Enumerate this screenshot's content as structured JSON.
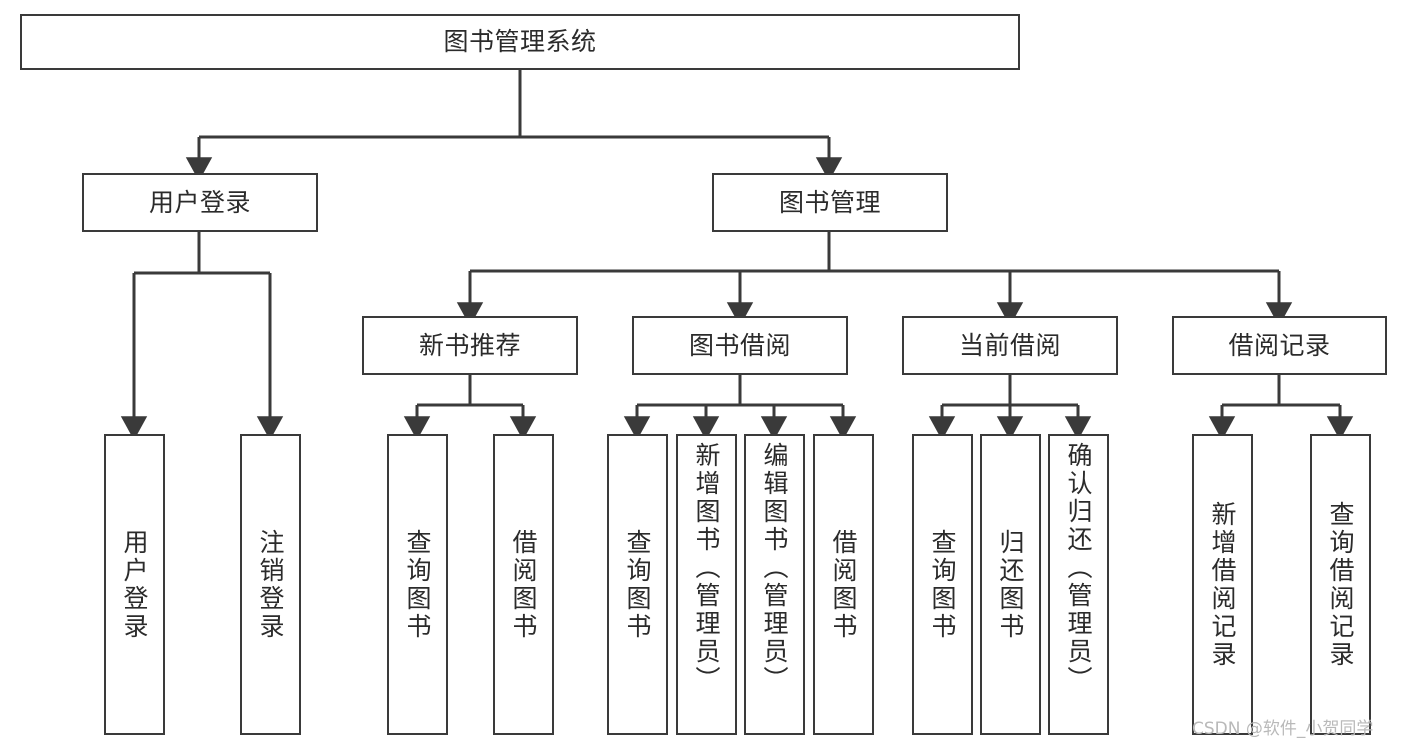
{
  "diagram": {
    "title": "图书管理系统",
    "type": "tree-hierarchy",
    "watermark": "CSDN @软件_小贺同学",
    "colors": {
      "stroke": "#3a3a3a",
      "fill": "#ffffff",
      "text": "#2b2b2b",
      "watermark": "#b9b9b9"
    }
  },
  "nodes": {
    "root": {
      "label": "图书管理系统"
    },
    "level1": [
      {
        "id": "user-login",
        "label": "用户登录"
      },
      {
        "id": "book-manage",
        "label": "图书管理"
      }
    ],
    "level2": [
      {
        "id": "new-book-recommend",
        "label": "新书推荐"
      },
      {
        "id": "book-borrow",
        "label": "图书借阅"
      },
      {
        "id": "current-borrow",
        "label": "当前借阅"
      },
      {
        "id": "borrow-record",
        "label": "借阅记录"
      }
    ],
    "leaves": [
      {
        "id": "leaf-user-login",
        "label": "用户登录",
        "parent": "user-login"
      },
      {
        "id": "leaf-user-logout",
        "label": "注销登录",
        "parent": "user-login"
      },
      {
        "id": "leaf-query-book-1",
        "label": "查询图书",
        "parent": "new-book-recommend"
      },
      {
        "id": "leaf-borrow-book-1",
        "label": "借阅图书",
        "parent": "new-book-recommend"
      },
      {
        "id": "leaf-query-book-2",
        "label": "查询图书",
        "parent": "book-borrow"
      },
      {
        "id": "leaf-add-book",
        "label": "新增图书（管理员）",
        "parent": "book-borrow"
      },
      {
        "id": "leaf-edit-book",
        "label": "编辑图书（管理员）",
        "parent": "book-borrow"
      },
      {
        "id": "leaf-borrow-book-2",
        "label": "借阅图书",
        "parent": "book-borrow"
      },
      {
        "id": "leaf-query-book-3",
        "label": "查询图书",
        "parent": "current-borrow"
      },
      {
        "id": "leaf-return-book",
        "label": "归还图书",
        "parent": "current-borrow"
      },
      {
        "id": "leaf-confirm-return",
        "label": "确认归还（管理员）",
        "parent": "current-borrow"
      },
      {
        "id": "leaf-add-record",
        "label": "新增借阅记录",
        "parent": "borrow-record"
      },
      {
        "id": "leaf-query-record",
        "label": "查询借阅记录",
        "parent": "borrow-record"
      }
    ]
  }
}
